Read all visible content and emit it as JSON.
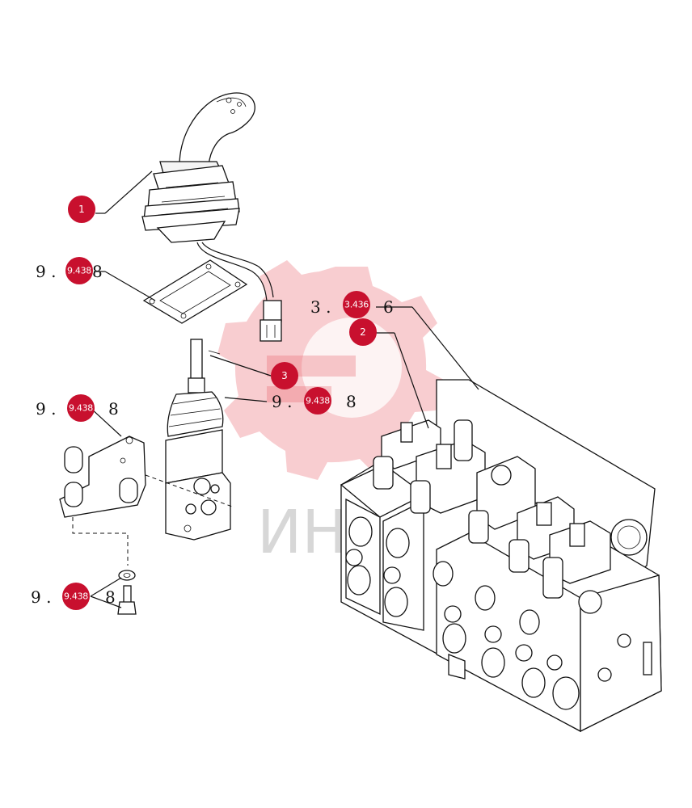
{
  "watermark": {
    "text": "ИНТЕК",
    "color": "#e8626e"
  },
  "accent_color": "#c8102e",
  "callouts": [
    {
      "id": "1",
      "label": "1"
    },
    {
      "id": "2",
      "label": "2"
    },
    {
      "id": "3",
      "label": "3"
    }
  ],
  "references": [
    {
      "prefix": "9 .",
      "badge": "9.438",
      "suffix": "8"
    },
    {
      "prefix": "3 .",
      "badge": "3.436",
      "suffix": "6"
    },
    {
      "prefix": "9 .",
      "badge": "9.438",
      "suffix": "8"
    },
    {
      "prefix": "9 .",
      "badge": "9.438",
      "suffix": "8"
    },
    {
      "prefix": "9 .",
      "badge": "9.438",
      "suffix": "8"
    }
  ]
}
